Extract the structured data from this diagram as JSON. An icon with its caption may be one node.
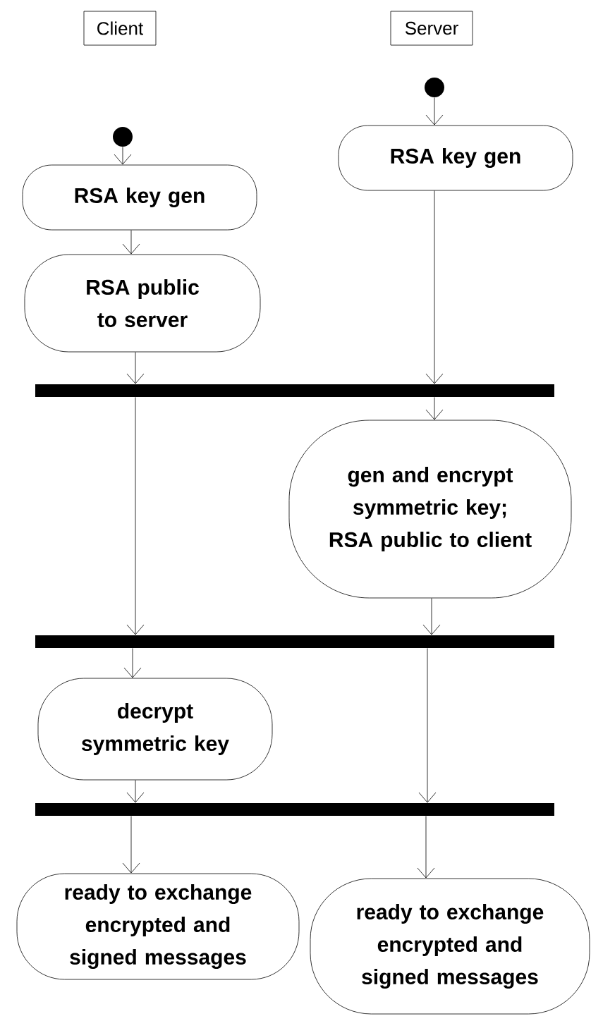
{
  "diagram": {
    "nodes": [
      {
        "text": [
          "Client"
        ]
      },
      {
        "text": [
          "Server"
        ]
      },
      {
        "text": [],
        "shape": "circle"
      },
      {
        "text": [],
        "shape": "circle"
      },
      {
        "text": [
          "RSA key gen"
        ]
      },
      {
        "text": [
          "RSA key gen"
        ]
      },
      {
        "text": [
          "RSA public to server"
        ]
      },
      {
        "text": [],
        "shape": "bar"
      },
      {
        "text": [
          "gen and encrypt symmetric key; RSA public to client"
        ]
      },
      {
        "text": [],
        "shape": "bar"
      },
      {
        "text": [
          "decrypt symmetric key"
        ]
      },
      {
        "text": [],
        "shape": "bar"
      },
      {
        "text": [
          "ready to exchange encrypted and signed messages"
        ]
      },
      {
        "text": [
          "ready to exchange encrypted and signed messages"
        ]
      }
    ],
    "edges": [
      {
        "from": 2,
        "to": 4,
        "arrow": "to"
      },
      {
        "from": 3,
        "to": 5,
        "arrow": "to"
      },
      {
        "from": 4,
        "to": 6,
        "arrow": "to"
      },
      {
        "from": 6,
        "to": 7,
        "arrow": "to"
      },
      {
        "from": 5,
        "to": 7,
        "arrow": "to"
      },
      {
        "from": 7,
        "to": 8,
        "arrow": "to"
      },
      {
        "from": 7,
        "to": 9,
        "arrow": "to"
      },
      {
        "from": 8,
        "to": 9,
        "arrow": "to"
      },
      {
        "from": 9,
        "to": 10,
        "arrow": "to"
      },
      {
        "from": 9,
        "to": 11,
        "arrow": "to"
      },
      {
        "from": 10,
        "to": 11,
        "arrow": "to"
      },
      {
        "from": 11,
        "to": 12,
        "arrow": "to"
      },
      {
        "from": 11,
        "to": 13,
        "arrow": "to"
      }
    ]
  }
}
